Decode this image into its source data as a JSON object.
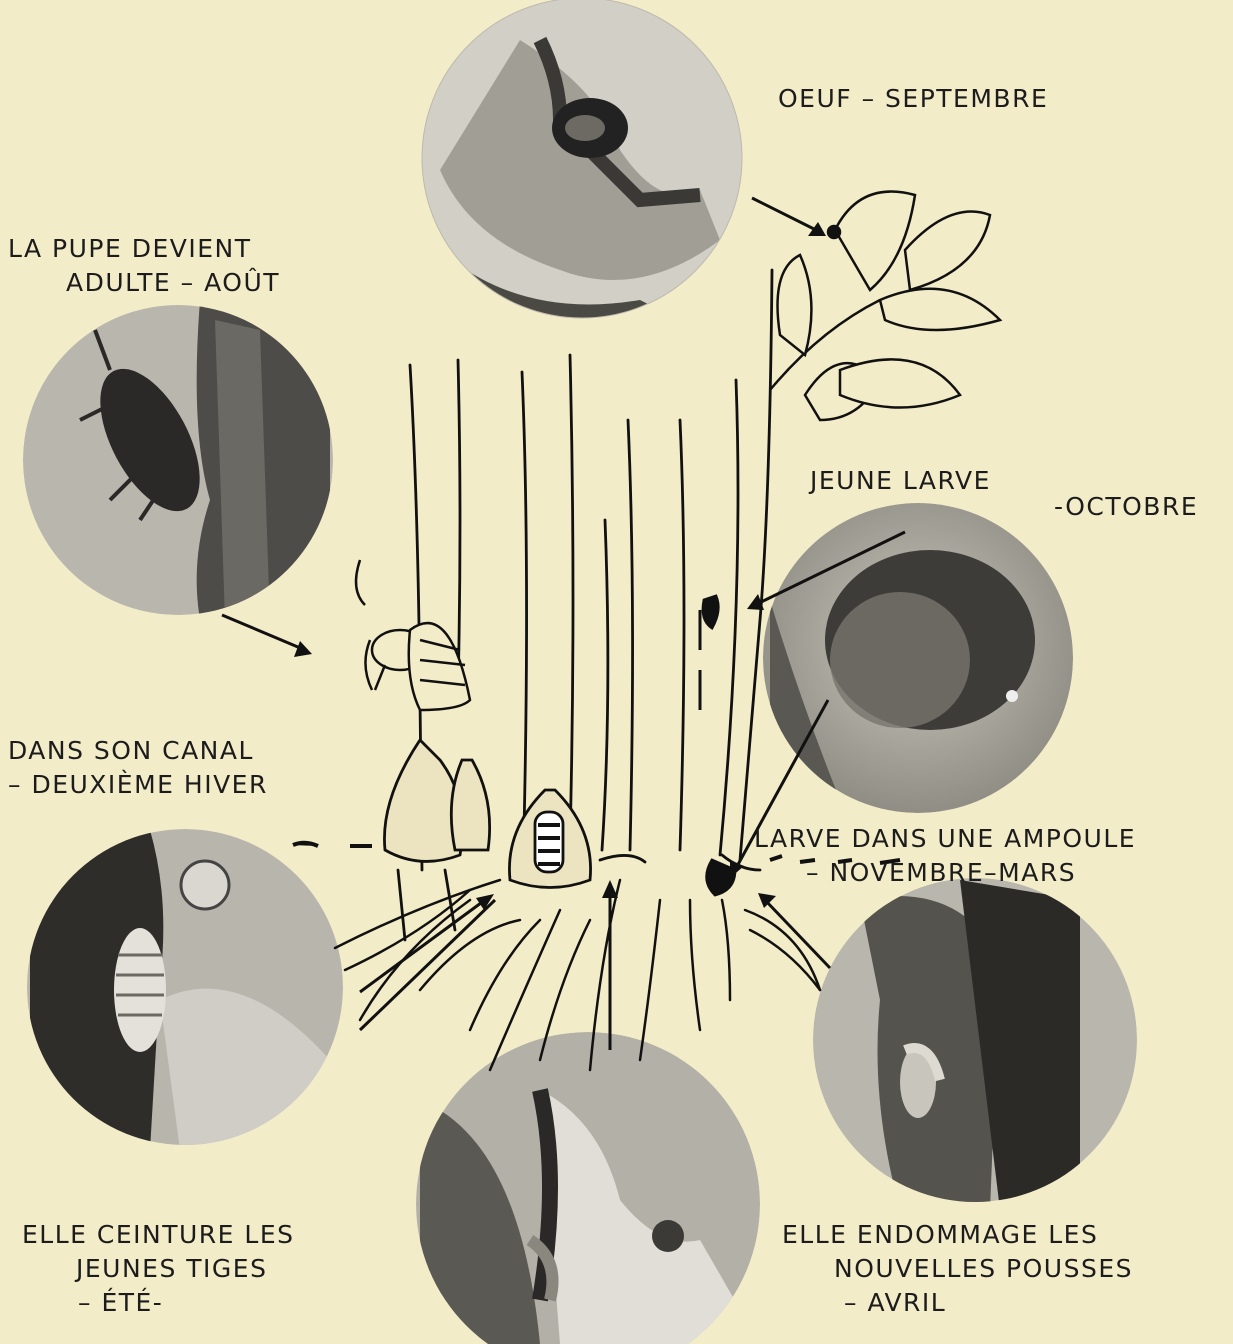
{
  "figure": {
    "background": "#f3ecc9",
    "ink": "#1c1c1c"
  },
  "stages": {
    "egg": {
      "line1": "OEUF – SEPTEMBRE",
      "photo_icon": "egg-photo"
    },
    "young_larva": {
      "line1": "JEUNE LARVE",
      "line2": "-OCTOBRE",
      "photo_icon": "larva-in-bark-photo"
    },
    "blister": {
      "line1": "LARVE DANS UNE AMPOULE",
      "line2": "– NOVEMBRE–MARS"
    },
    "new_shoots": {
      "line1": "ELLE ENDOMMAGE LES",
      "line2": "NOUVELLES POUSSES",
      "line3": "– AVRIL",
      "photo_icon": "damaged-shoot-photo"
    },
    "girdles": {
      "line1": "ELLE CEINTURE LES",
      "line2": "JEUNES TIGES",
      "line3": "– ÉTÉ-",
      "photo_icon": "larva-on-stem-photo"
    },
    "second_winter": {
      "line1": "DANS SON CANAL",
      "line2": "– DEUXIÈME HIVER"
    },
    "adult": {
      "line1": "LA PUPE DEVIENT",
      "line2": "ADULTE – AOÛT",
      "photo_icon": "adult-beetle-photo"
    }
  }
}
